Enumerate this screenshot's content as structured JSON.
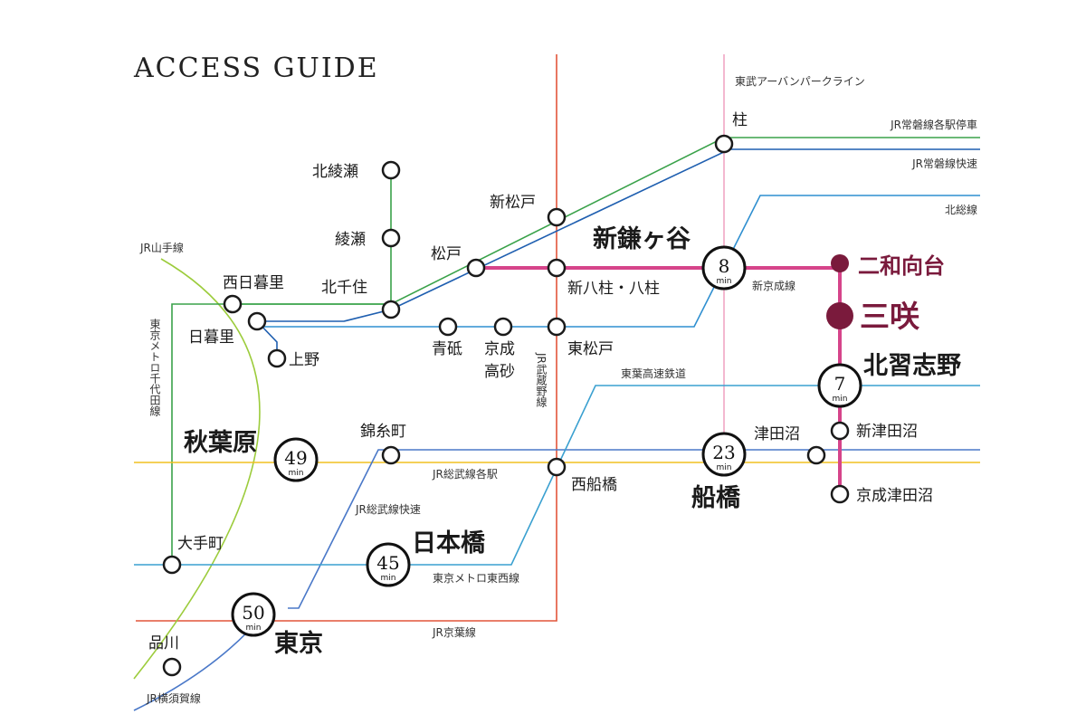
{
  "title": "ACCESS GUIDE",
  "colors": {
    "joban_local": "#3aa24a",
    "joban_rapid": "#1f5fb0",
    "hokuso": "#2f8fd0",
    "shinkeisei": "#d6448a",
    "destination": "#7a1a3c",
    "musashino": "#e2553a",
    "tobu_urban_park": "#f0a6c4",
    "yamanote": "#9ccc3c",
    "chiyoda": "#3aa24a",
    "sobu_local": "#f0c020",
    "sobu_rapid": "#4a78c8",
    "tozai": "#3aa0d0",
    "keiyo": "#e2553a",
    "toyo_rapid": "#3aa0d0",
    "yokosuka": "#4a78c8"
  },
  "lines": {
    "tobu_urban_park": "東武アーバンパークライン",
    "joban_local": "JR常磐線各駅停車",
    "joban_rapid": "JR常磐線快速",
    "hokuso": "北総線",
    "yamanote": "JR山手線",
    "chiyoda": "東京メトロ千代田線",
    "musashino": "JR武蔵野線",
    "shinkeisei": "新京成線",
    "toyo_rapid": "東葉高速鉄道",
    "sobu_local": "JR総武線各駅",
    "sobu_rapid": "JR総武線快速",
    "tozai": "東京メトロ東西線",
    "keiyo": "JR京葉線",
    "yokosuka": "JR横須賀線"
  },
  "stations": {
    "kashiwa": "柱",
    "kitaayase": "北綾瀬",
    "ayase": "綾瀬",
    "shinmatsudo": "新松戸",
    "matsudo": "松戸",
    "nishinippori": "西日暮里",
    "kitasenju": "北千住",
    "shinyahashira": "新八柱・八柱",
    "nippori": "日暮里",
    "ueno": "上野",
    "aoto": "青砥",
    "keisei_takasago": "京成\n高砂",
    "higashimatsudo": "東松戸",
    "kinshicho": "錦糸町",
    "tsudanuma": "津田沼",
    "shintsudanuma": "新津田沼",
    "nishifunabashi": "西船橋",
    "keisei_tsudanuma": "京成津田沼",
    "otemachi": "大手町",
    "shinagawa": "品川",
    "futawamukodai": "二和向台",
    "misaki": "三咲"
  },
  "hubs": [
    {
      "name": "新鎌ヶ谷",
      "minutes": "8",
      "unit": "min"
    },
    {
      "name": "北習志野",
      "minutes": "7",
      "unit": "min"
    },
    {
      "name": "秋葉原",
      "minutes": "49",
      "unit": "min"
    },
    {
      "name": "船橋",
      "minutes": "23",
      "unit": "min"
    },
    {
      "name": "日本橋",
      "minutes": "45",
      "unit": "min"
    },
    {
      "name": "東京",
      "minutes": "50",
      "unit": "min"
    }
  ]
}
